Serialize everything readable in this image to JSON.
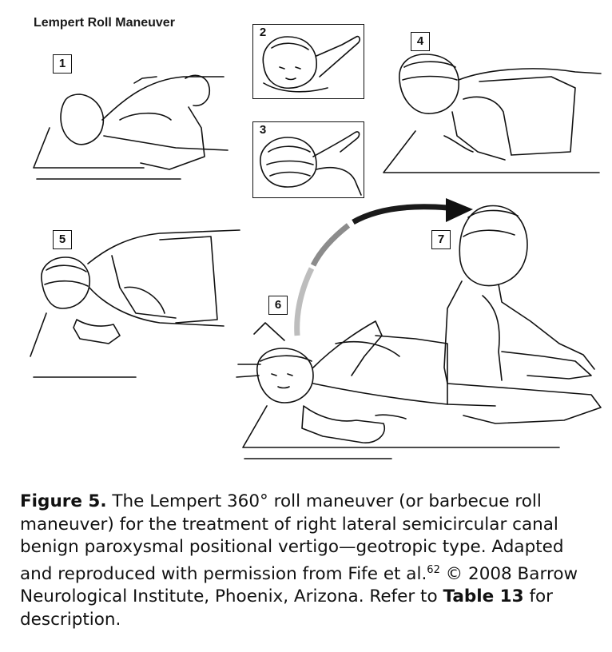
{
  "figure": {
    "title": "Lempert Roll Maneuver",
    "steps": [
      "1",
      "2",
      "3",
      "4",
      "5",
      "6",
      "7"
    ]
  },
  "caption": {
    "label": "Figure 5.",
    "text_1": " The Lempert 360° roll maneuver (or barbecue roll maneuver) for the treatment of right lateral semicircular canal benign paroxysmal positional vertigo—geotropic type. Adapted and reproduced with permission from Fife et al.",
    "superscript": "62",
    "text_2": " © 2008 Barrow Neurological Institute, Phoenix, Arizona. Refer to ",
    "table_ref": "Table 13",
    "text_3": " for description."
  }
}
